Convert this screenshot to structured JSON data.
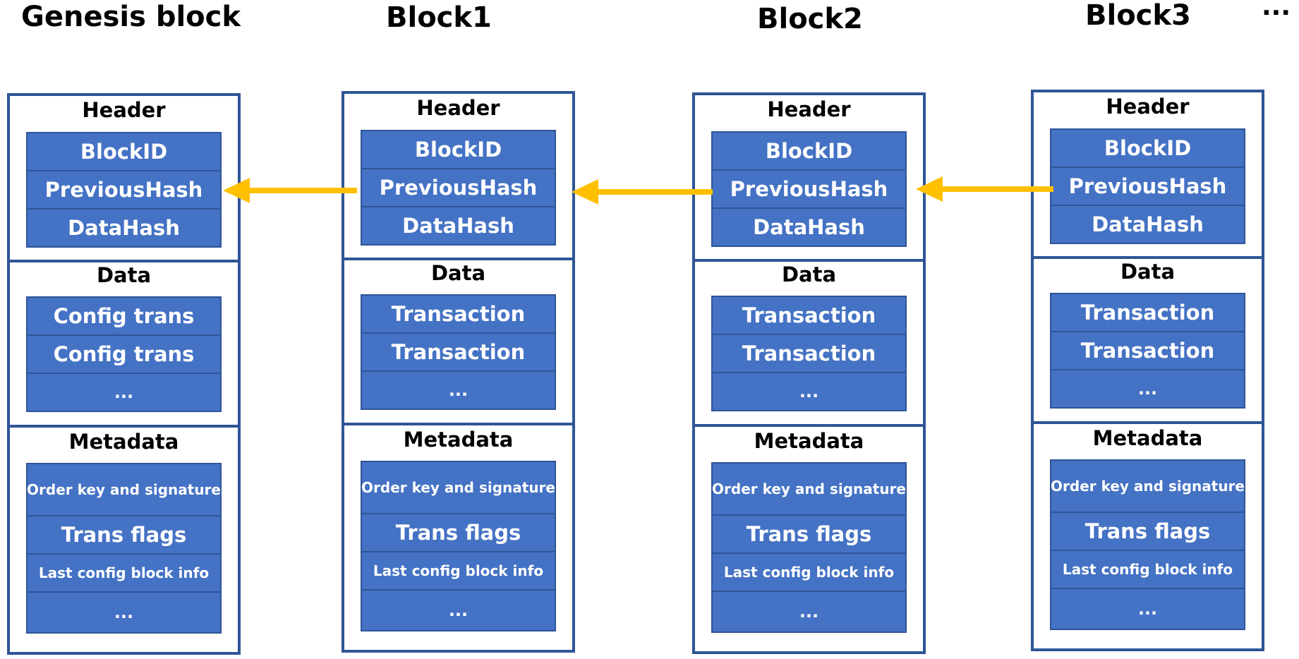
{
  "titles": {
    "genesis": "Genesis block",
    "block1": "Block1",
    "block2": "Block2",
    "block3": "Block3",
    "more": "..."
  },
  "colors": {
    "border": "#2f5597",
    "cell": "#4472c4",
    "arrow": "#ffc000"
  },
  "blocks": [
    {
      "header": {
        "label": "Header",
        "fields": [
          "BlockID",
          "PreviousHash",
          "DataHash"
        ]
      },
      "data": {
        "label": "Data",
        "items": [
          "Config trans",
          "Config trans",
          "..."
        ]
      },
      "metadata": {
        "label": "Metadata",
        "items": [
          "Order key and signature",
          "Trans flags",
          "Last config block info",
          "..."
        ]
      }
    },
    {
      "header": {
        "label": "Header",
        "fields": [
          "BlockID",
          "PreviousHash",
          "DataHash"
        ]
      },
      "data": {
        "label": "Data",
        "items": [
          "Transaction",
          "Transaction",
          "..."
        ]
      },
      "metadata": {
        "label": "Metadata",
        "items": [
          "Order key and signature",
          "Trans flags",
          "Last config block info",
          "..."
        ]
      }
    },
    {
      "header": {
        "label": "Header",
        "fields": [
          "BlockID",
          "PreviousHash",
          "DataHash"
        ]
      },
      "data": {
        "label": "Data",
        "items": [
          "Transaction",
          "Transaction",
          "..."
        ]
      },
      "metadata": {
        "label": "Metadata",
        "items": [
          "Order key and signature",
          "Trans flags",
          "Last config block info",
          "..."
        ]
      }
    },
    {
      "header": {
        "label": "Header",
        "fields": [
          "BlockID",
          "PreviousHash",
          "DataHash"
        ]
      },
      "data": {
        "label": "Data",
        "items": [
          "Transaction",
          "Transaction",
          "..."
        ]
      },
      "metadata": {
        "label": "Metadata",
        "items": [
          "Order key and signature",
          "Trans flags",
          "Last config block info",
          "..."
        ]
      }
    }
  ]
}
